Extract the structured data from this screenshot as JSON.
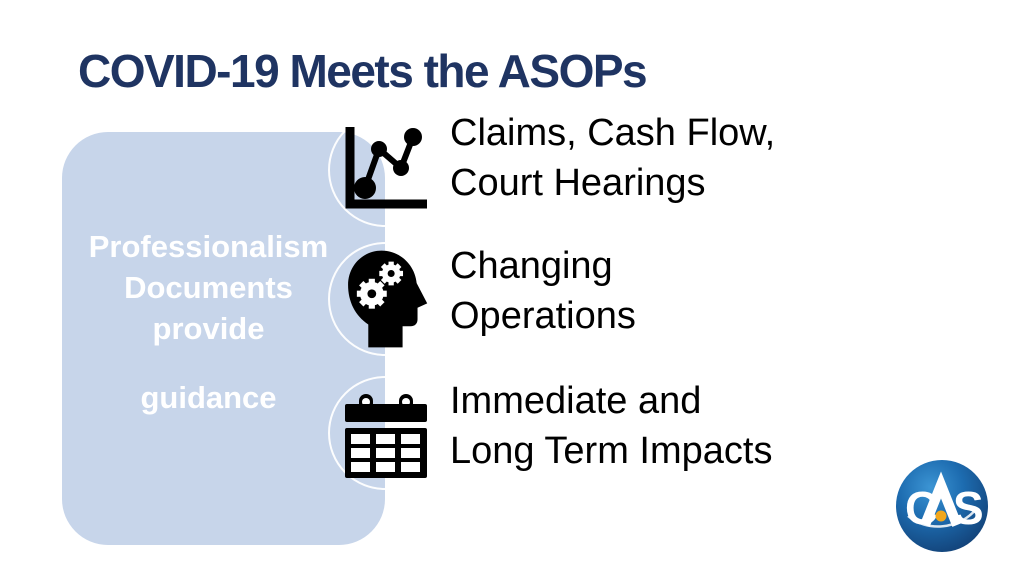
{
  "slide": {
    "title": "COVID-19 Meets the ASOPs"
  },
  "colors": {
    "title_text": "#1f3462",
    "callout_fill": "#c7d5ea",
    "callout_text": "#ffffff",
    "body_text": "#000000",
    "icon_color": "#000000",
    "circle_outline": "#ffffff",
    "logo_blue": "#1d6cb0",
    "logo_dot_gold": "#f2a71b"
  },
  "callout": {
    "lines": [
      "Professionalism",
      "Documents",
      "provide"
    ],
    "emphasis_line": "guidance"
  },
  "items": [
    {
      "icon": "line-chart-icon",
      "lines": [
        "Claims, Cash Flow,",
        "Court Hearings"
      ]
    },
    {
      "icon": "head-gears-icon",
      "lines": [
        "Changing",
        "Operations"
      ]
    },
    {
      "icon": "calendar-icon",
      "lines": [
        "Immediate and",
        "Long Term Impacts"
      ]
    }
  ],
  "logo": {
    "name": "CAS",
    "letter_c": "C",
    "letter_s": "S"
  }
}
